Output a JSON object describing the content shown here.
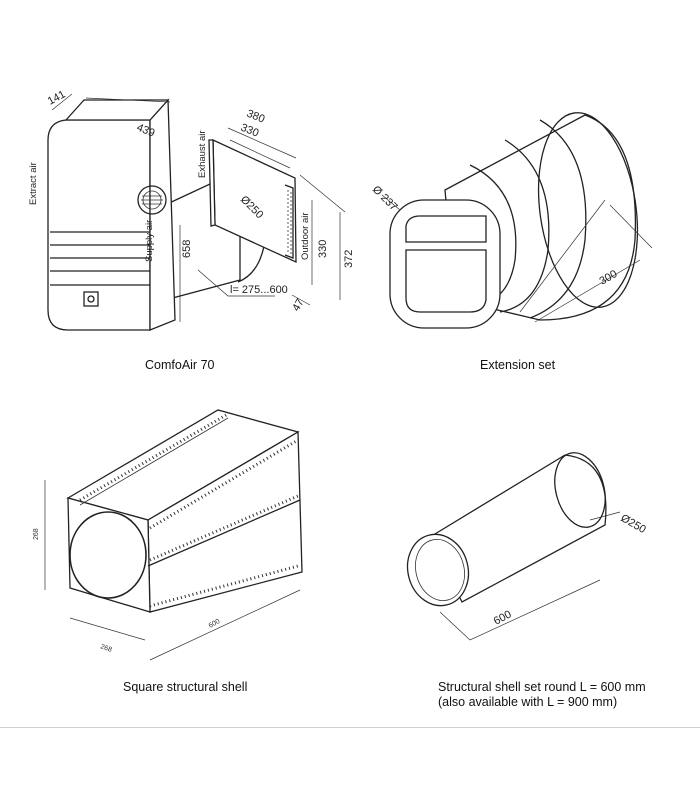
{
  "comfoair": {
    "caption": "ComfoAir 70",
    "labels": {
      "extract": "Extract air",
      "exhaust": "Exhaust air",
      "supply": "Supply air",
      "outdoor": "Outdoor air"
    },
    "dims": {
      "depth": "141",
      "width": "439",
      "height": "658",
      "plate_outer": "380",
      "plate_inner": "330",
      "diameter": "Ø250",
      "length": "l= 275...600",
      "v330": "330",
      "v372": "372",
      "v47": "47"
    }
  },
  "extension": {
    "caption": "Extension set",
    "dims": {
      "diameter": "Ø 237",
      "length": "300"
    }
  },
  "square": {
    "caption": "Square structural shell",
    "dims": {
      "height": "268",
      "width": "268",
      "length": "600"
    }
  },
  "round": {
    "caption_line1": "Structural shell set round L = 600 mm",
    "caption_line2": "(also available with L = 900 mm)",
    "dims": {
      "diameter": "Ø250",
      "length": "600"
    }
  }
}
